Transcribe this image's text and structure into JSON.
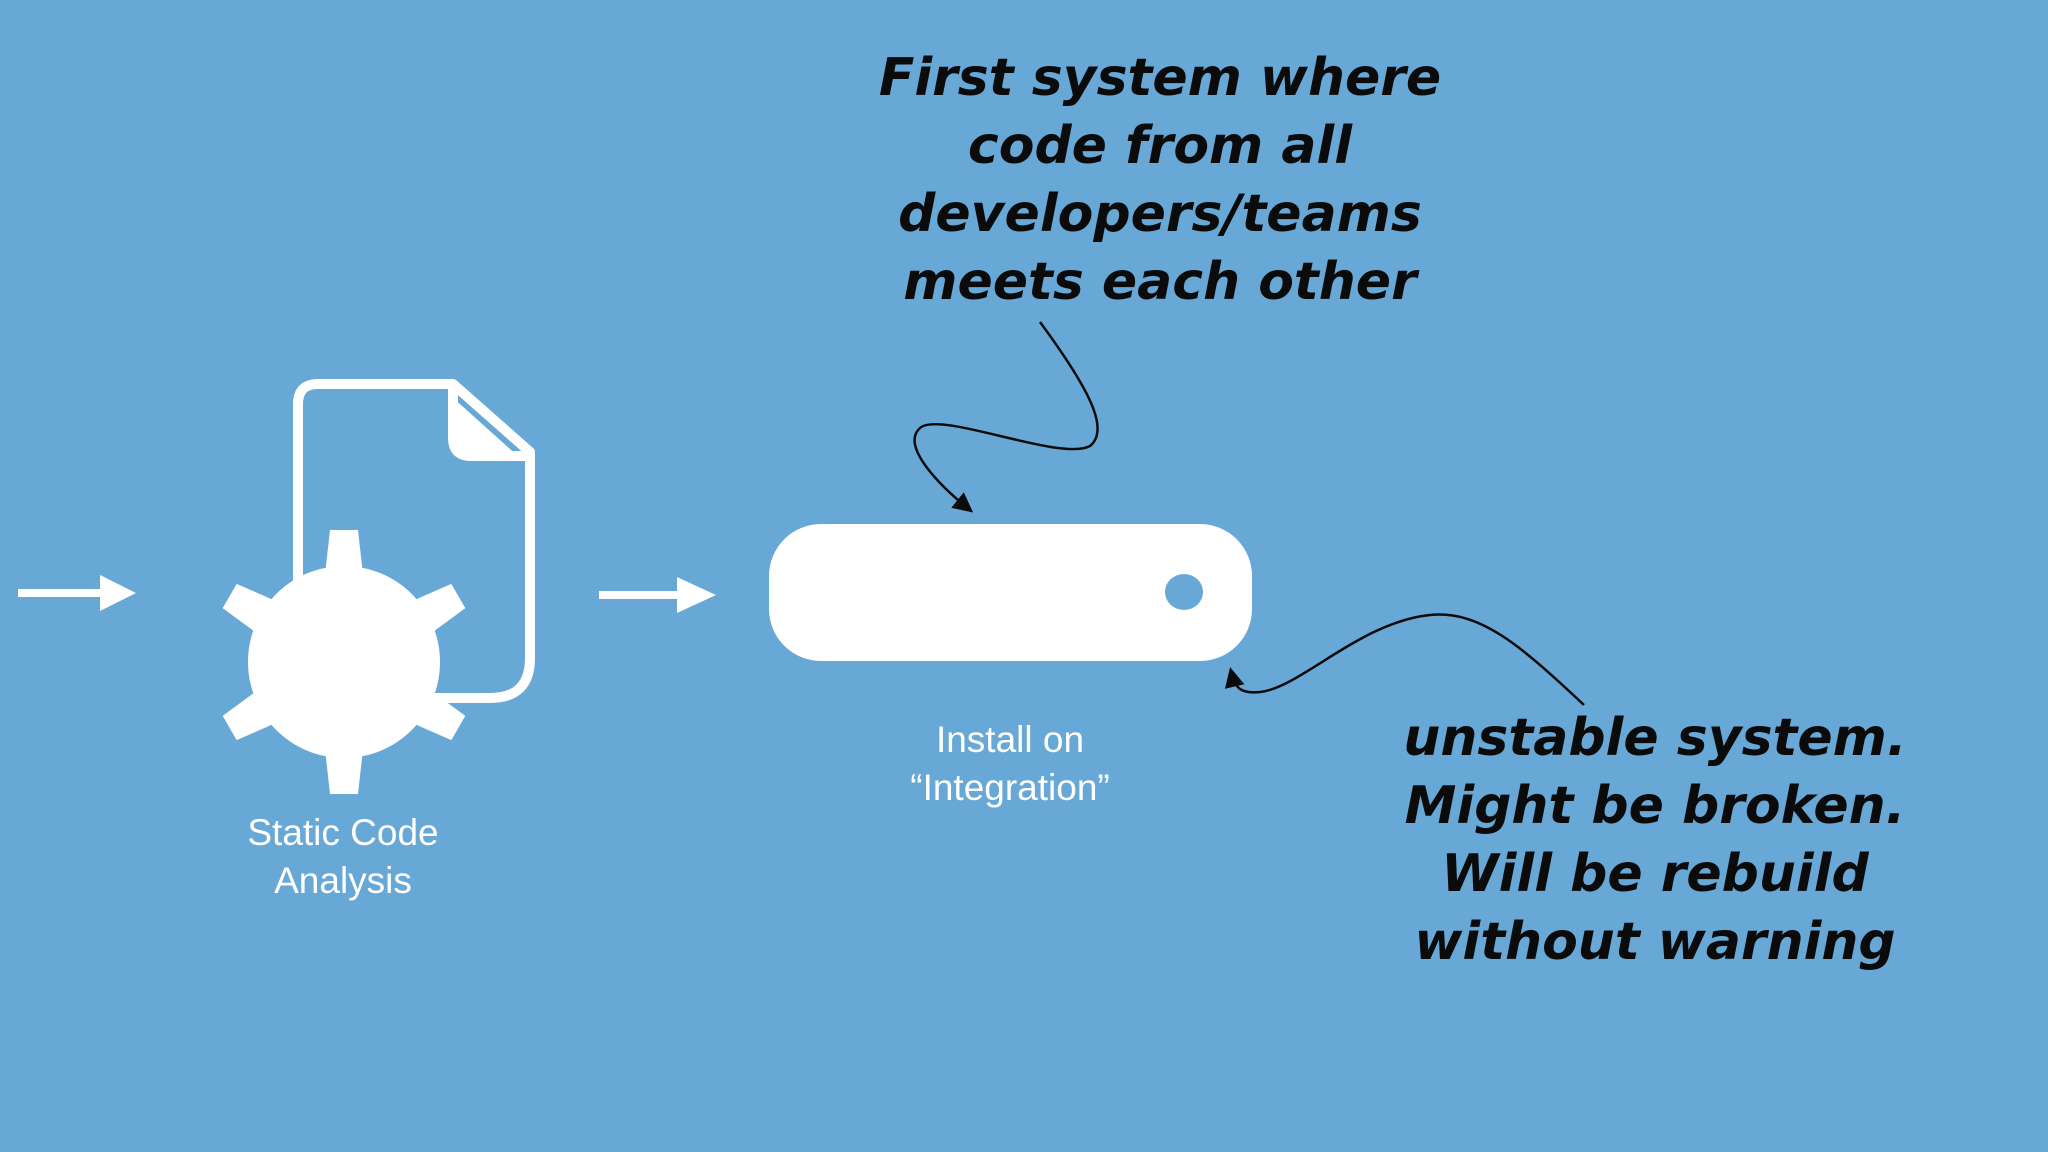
{
  "colors": {
    "background": "#68a8d6",
    "shapes": "#ffffff",
    "handwritten_text": "#0b0b0b",
    "annotation_arrows": "#0b0b0b"
  },
  "nodes": [
    {
      "id": "static-code-analysis",
      "icon": "document-gear-icon",
      "label_lines": [
        "Static Code",
        "Analysis"
      ]
    },
    {
      "id": "install-on-integration",
      "icon": "server-icon",
      "label_lines": [
        "Install on",
        "“Integration”"
      ]
    }
  ],
  "flow_arrows": [
    {
      "from": "",
      "to": "static-code-analysis"
    },
    {
      "from": "static-code-analysis",
      "to": "install-on-integration"
    }
  ],
  "annotations": [
    {
      "id": "first-system-note",
      "target": "install-on-integration",
      "lines": [
        "First system where",
        "code from all",
        "developers/teams",
        "meets each other"
      ]
    },
    {
      "id": "unstable-system-note",
      "target": "install-on-integration",
      "lines": [
        "unstable system.",
        "Might be broken.",
        "Will be rebuild",
        "without warning"
      ]
    }
  ]
}
